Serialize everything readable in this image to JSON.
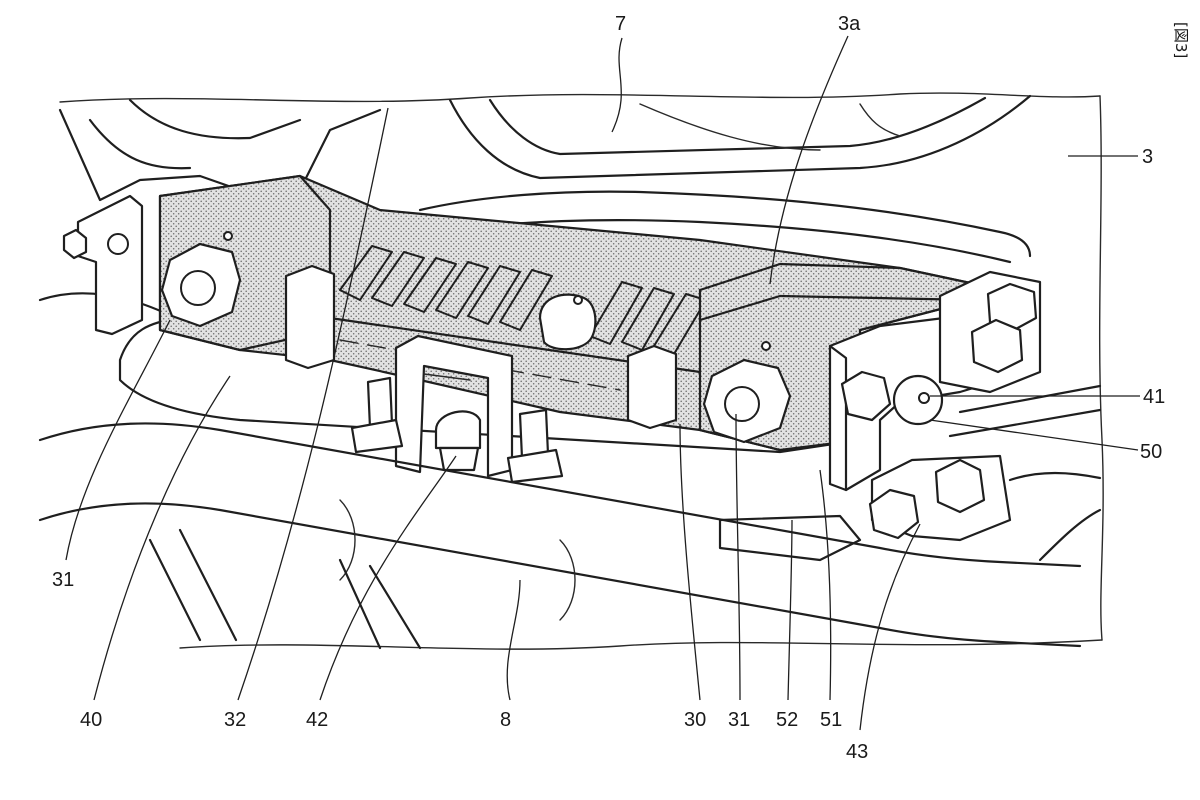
{
  "figure_label": "[図3]",
  "reference_numerals": {
    "n7": "7",
    "n3a": "3a",
    "n3": "3",
    "n41": "41",
    "n50": "50",
    "n31_left": "31",
    "n40": "40",
    "n32": "32",
    "n42": "42",
    "n8": "8",
    "n30": "30",
    "n31_right": "31",
    "n52": "52",
    "n51": "51",
    "n43": "43"
  }
}
